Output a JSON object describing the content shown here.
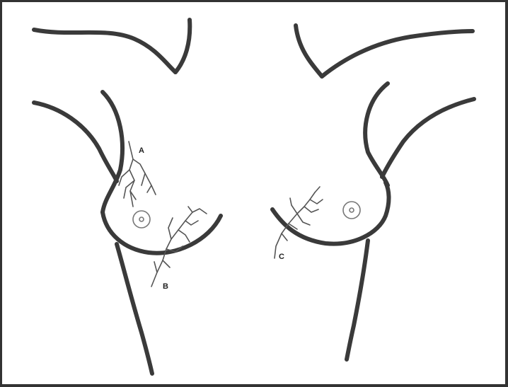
{
  "diagram": {
    "labels": {
      "a": "A",
      "b": "B",
      "c": "C"
    },
    "colors": {
      "outline": "#3a3a3a",
      "vein": "#555555",
      "frame": "#333333"
    }
  }
}
